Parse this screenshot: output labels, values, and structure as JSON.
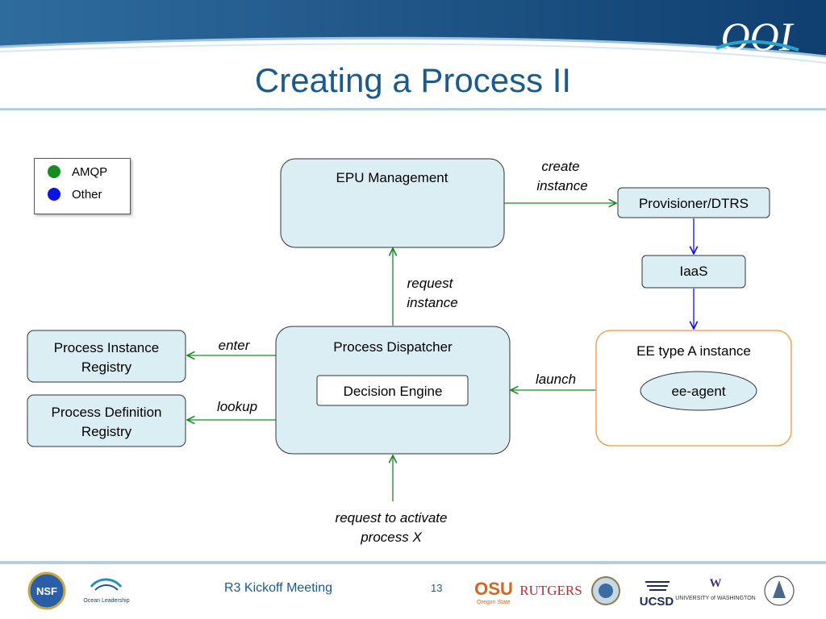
{
  "slide": {
    "title": "Creating a Process II",
    "logo_text": "OOI",
    "footer_text": "R3 Kickoff Meeting",
    "page_number": "13"
  },
  "legend": {
    "items": [
      {
        "label": "AMQP",
        "color": "#148c1e"
      },
      {
        "label": "Other",
        "color": "#0a14e6"
      }
    ]
  },
  "nodes": {
    "epu_management": "EPU Management",
    "provisioner": "Provisioner/DTRS",
    "iaas": "IaaS",
    "ee_instance": "EE type A instance",
    "ee_agent": "ee-agent",
    "process_dispatcher": "Process Dispatcher",
    "decision_engine": "Decision Engine",
    "process_instance_registry": [
      "Process Instance",
      "Registry"
    ],
    "process_definition_registry": [
      "Process Definition",
      "Registry"
    ]
  },
  "edge_labels": {
    "create_instance": [
      "create",
      "instance"
    ],
    "request_instance": [
      "request",
      "instance"
    ],
    "enter": "enter",
    "lookup": "lookup",
    "launch": "launch",
    "request_activate": [
      "request to activate",
      "process X"
    ]
  },
  "colors": {
    "title": "#1a5a8c",
    "box_fill": "#daeef3",
    "amqp_arrow": "#148c1e",
    "other_arrow": "#0a14e6",
    "instance_border": "#f0963c"
  },
  "footer_logos": [
    {
      "name": "nsf-logo",
      "text": "NSF"
    },
    {
      "name": "ocean-leadership-logo",
      "text": "Ocean Leadership"
    },
    {
      "name": "osu-logo",
      "text": "OSU",
      "subtext": "Oregon State"
    },
    {
      "name": "rutgers-logo",
      "text": "RUTGERS"
    },
    {
      "name": "seal-logo",
      "text": ""
    },
    {
      "name": "ucsd-logo",
      "text": "UCSD"
    },
    {
      "name": "uw-logo",
      "text": "UNIVERSITY of WASHINGTON"
    },
    {
      "name": "woods-hole-logo",
      "text": ""
    }
  ]
}
